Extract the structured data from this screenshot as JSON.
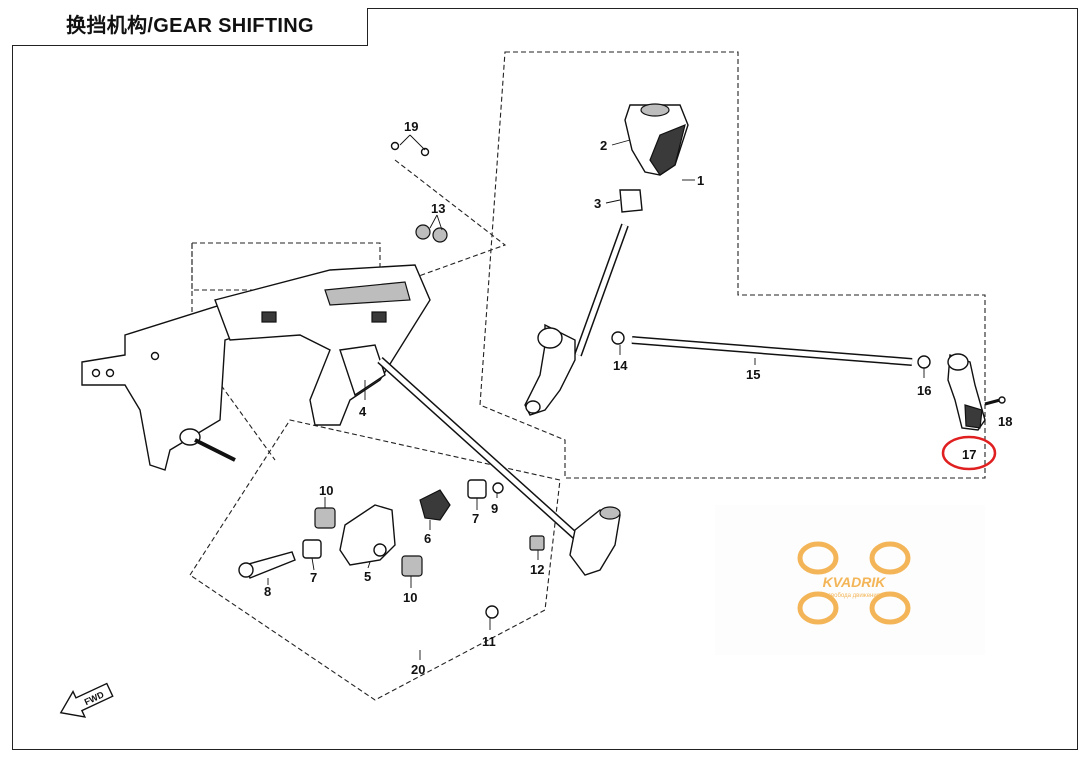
{
  "title": "换挡机构/GEAR SHIFTING",
  "fwd_label": "FWD",
  "highlight_color": "#e02020",
  "watermark": {
    "brand": "KVADRIK",
    "tagline": "свобода движения",
    "color": "#f2a93b"
  },
  "callouts": {
    "c1": "1",
    "c2": "2",
    "c3": "3",
    "c4": "4",
    "c5": "5",
    "c6": "6",
    "c7a": "7",
    "c7b": "7",
    "c8": "8",
    "c9": "9",
    "c10a": "10",
    "c10b": "10",
    "c11": "11",
    "c12": "12",
    "c13": "13",
    "c14": "14",
    "c15": "15",
    "c16": "16",
    "c17": "17",
    "c18": "18",
    "c19": "19",
    "c20": "20"
  }
}
